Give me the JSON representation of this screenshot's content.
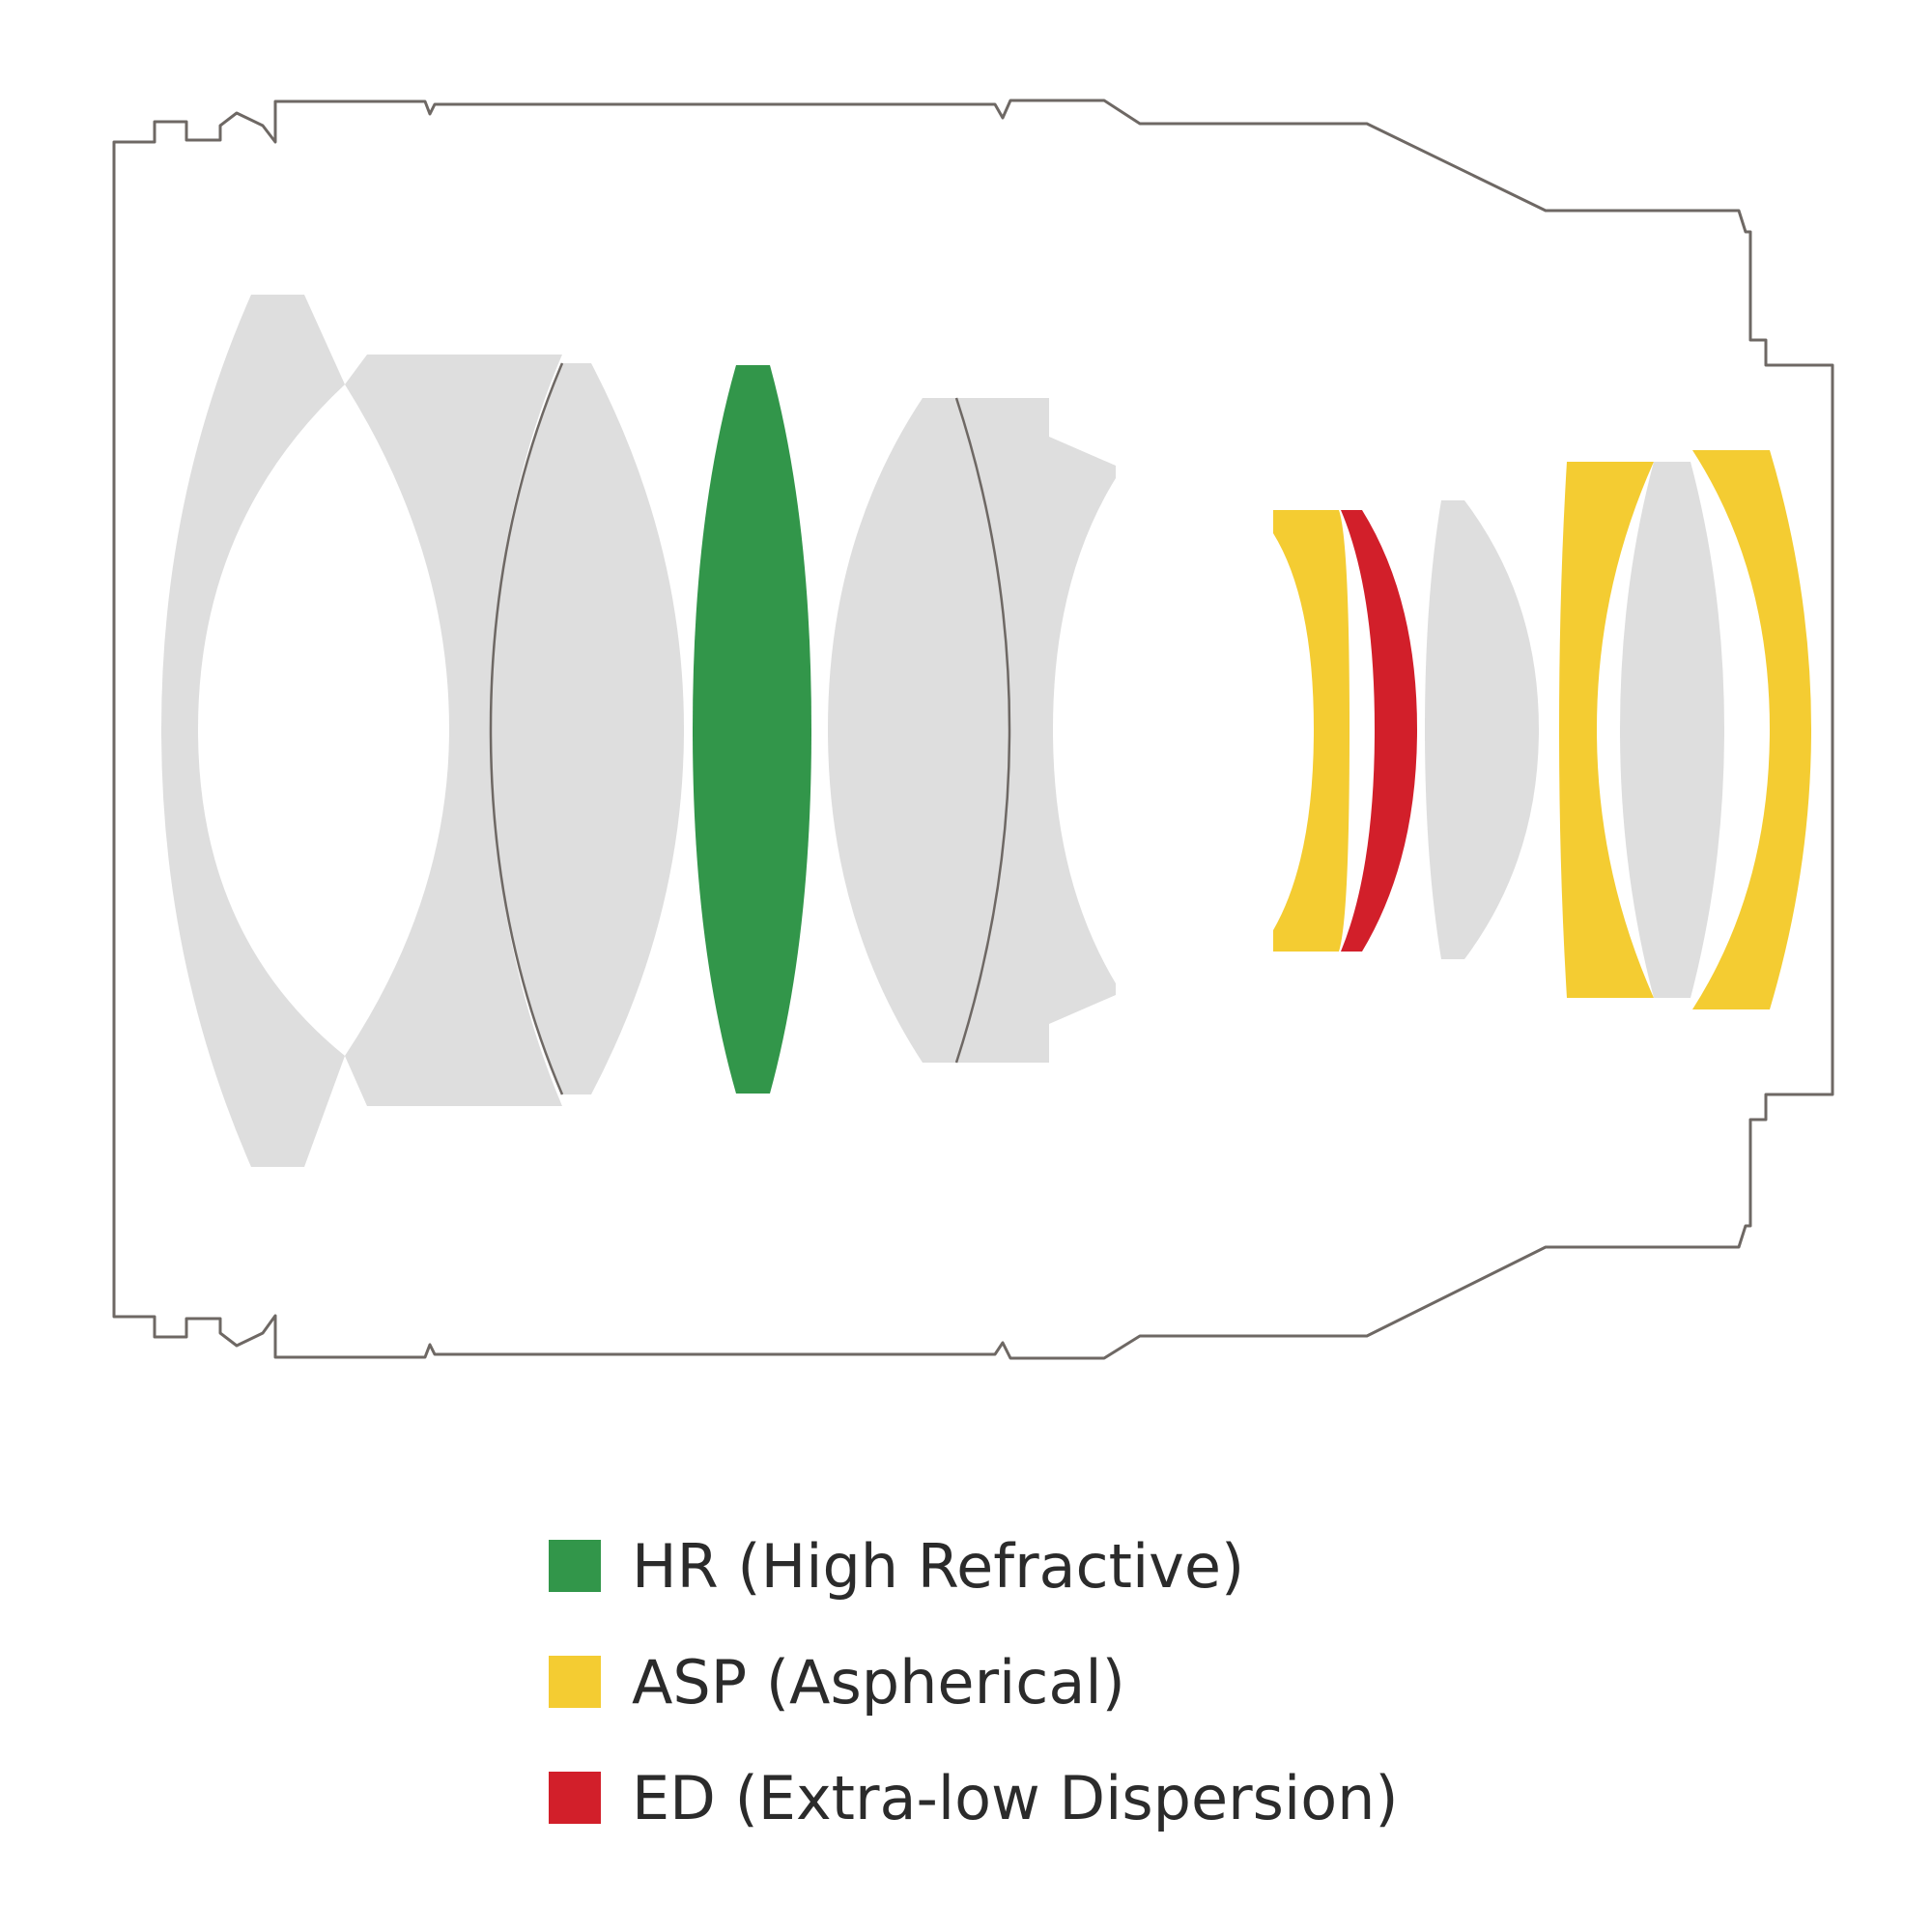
{
  "colors": {
    "outline": "#6e6864",
    "glass": "#dedede",
    "hr": "#32964a",
    "asp": "#f4cc32",
    "ed": "#d21f2a"
  },
  "legend": [
    {
      "key": "hr",
      "label": "HR (High Refractive)",
      "color": "#32964a"
    },
    {
      "key": "asp",
      "label": "ASP (Aspherical)",
      "color": "#f4cc32"
    },
    {
      "key": "ed",
      "label": "ED (Extra-low Dispersion)",
      "color": "#d21f2a"
    }
  ]
}
